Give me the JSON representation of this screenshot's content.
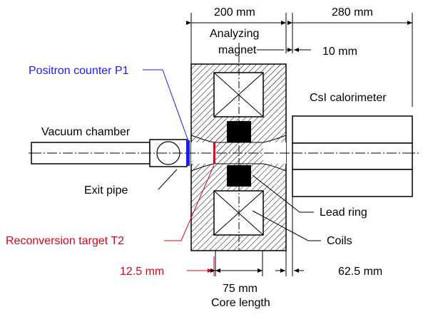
{
  "labels": {
    "dim_magnet_width": "200 mm",
    "dim_calorimeter_width": "280 mm",
    "analyzing_magnet_line1": "Analyzing",
    "analyzing_magnet_line2": "magnet",
    "dim_gap": "10 mm",
    "positron_counter": "Positron counter P1",
    "csi_calorimeter": "CsI calorimeter",
    "vacuum_chamber": "Vacuum chamber",
    "exit_pipe": "Exit pipe",
    "lead_ring": "Lead ring",
    "reconversion_target": "Reconversion target T2",
    "coils": "Coils",
    "dim_target_offset": "12.5 mm",
    "dim_core": "75 mm",
    "core_length": "Core length",
    "dim_calorimeter_offset": "62.5 mm"
  },
  "colors": {
    "positron_counter": "#1a1aff",
    "reconversion_target": "#e0001b",
    "lead": "#000000",
    "outline": "#000000"
  }
}
